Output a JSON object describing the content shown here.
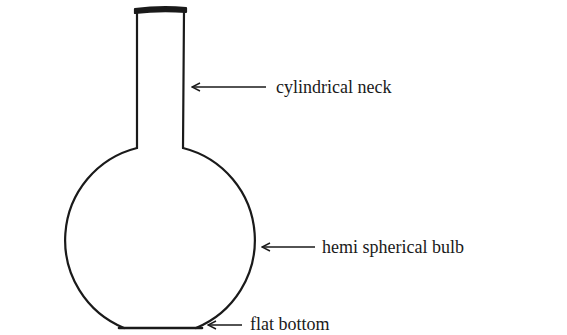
{
  "diagram": {
    "labels": [
      "cylindrical neck",
      "hemi spherical bulb",
      "flat bottom"
    ]
  }
}
